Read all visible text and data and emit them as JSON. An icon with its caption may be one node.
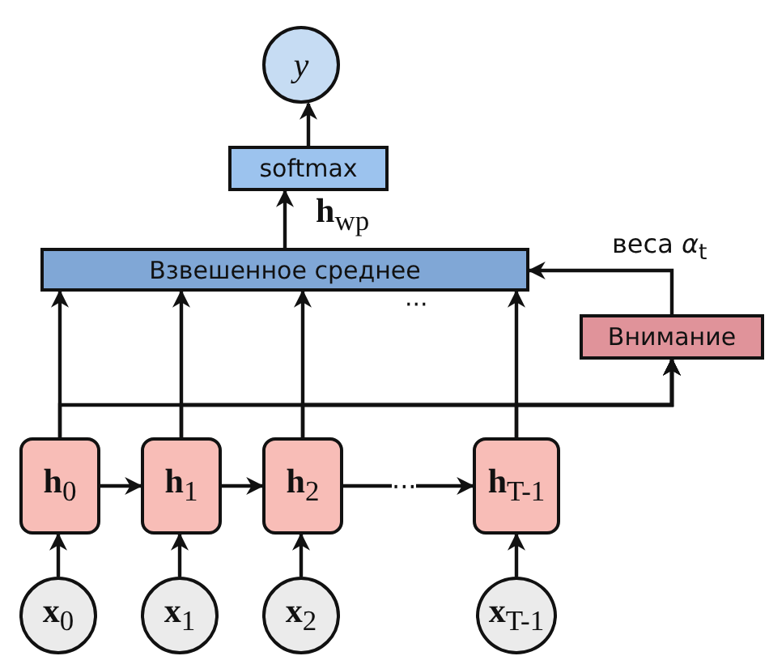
{
  "diagram": {
    "nodes": [
      {
        "text": [
          "y"
        ]
      },
      {
        "text": [
          "softmax"
        ]
      },
      {
        "text": [
          "Взвешенное среднее"
        ]
      },
      {
        "text": [
          "Внимание"
        ]
      },
      {
        "text": [
          "**h**$_{0}$"
        ]
      },
      {
        "text": [
          "**h**$_{1}$"
        ]
      },
      {
        "text": [
          "**h**$_{2}$"
        ]
      },
      {
        "text": [
          "**h**$_{T-1}$"
        ]
      },
      {
        "text": [
          "**x**$_{0}$"
        ]
      },
      {
        "text": [
          "**x**$_{1}$"
        ]
      },
      {
        "text": [
          "**x**$_{2}$"
        ]
      },
      {
        "text": [
          "**x**$_{T-1}$"
        ]
      }
    ],
    "edges": [
      {
        "from": 1,
        "to": 0,
        "arrow": "to"
      },
      {
        "from": 2,
        "to": 1,
        "arrow": "to",
        "label": "**h**$_{wp}$"
      },
      {
        "from": 3,
        "to": 2,
        "arrow": "to",
        "label": "веса *α*$_{t}$"
      },
      {
        "from": 4,
        "to": 2,
        "arrow": "to"
      },
      {
        "from": 5,
        "to": 2,
        "arrow": "to"
      },
      {
        "from": 6,
        "to": 2,
        "arrow": "to"
      },
      {
        "from": 7,
        "to": 2,
        "arrow": "to"
      },
      {
        "from": 4,
        "to": 3,
        "arrow": "to"
      },
      {
        "from": 5,
        "to": 3,
        "arrow": "to"
      },
      {
        "from": 6,
        "to": 3,
        "arrow": "to"
      },
      {
        "from": 7,
        "to": 3,
        "arrow": "to"
      },
      {
        "from": 4,
        "to": 5,
        "arrow": "to"
      },
      {
        "from": 5,
        "to": 6,
        "arrow": "to"
      },
      {
        "from": 6,
        "to": 7,
        "arrow": "to",
        "label": "···"
      },
      {
        "from": 8,
        "to": 4,
        "arrow": "to"
      },
      {
        "from": 9,
        "to": 5,
        "arrow": "to"
      },
      {
        "from": 10,
        "to": 6,
        "arrow": "to"
      },
      {
        "from": 11,
        "to": 7,
        "arrow": "to"
      }
    ],
    "labels": [
      "···"
    ]
  }
}
